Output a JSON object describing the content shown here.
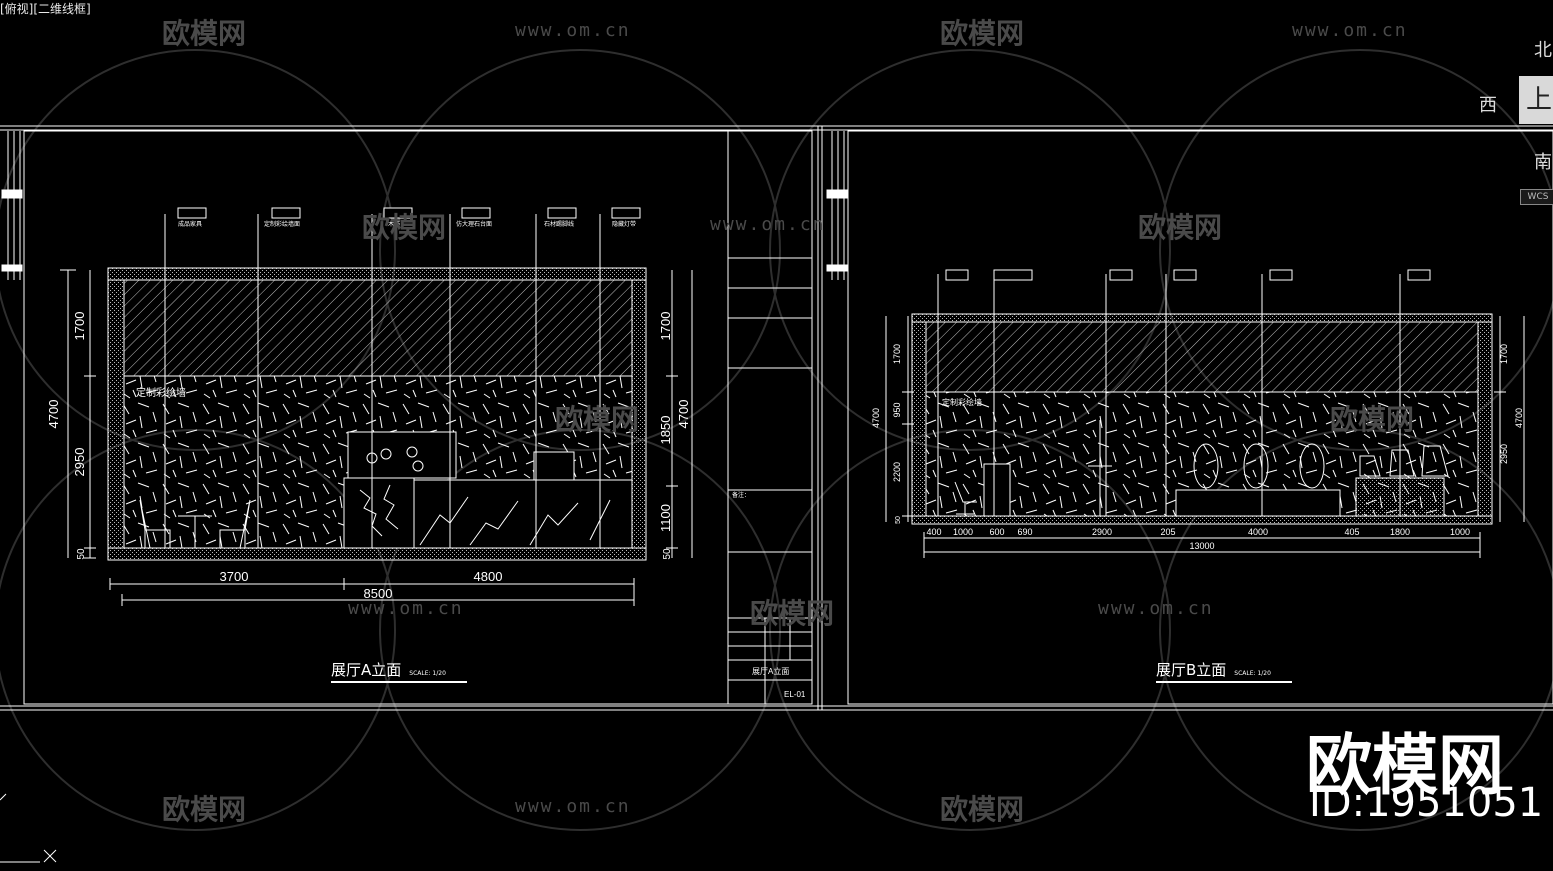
{
  "viewport_label": "[俯视][二维线框]",
  "watermark": {
    "brand": "欧模网",
    "url": "www.om.cn"
  },
  "viewcube": {
    "north": "北",
    "west": "西",
    "south": "南",
    "face": "上",
    "wcs": "WCS"
  },
  "brand_overlay": {
    "name": "欧模网",
    "id": "ID:1951051"
  },
  "sheet_a": {
    "title": "展厅A立面",
    "scale": "SCALE: 1/20",
    "wall_label": "定制彩绘墙",
    "callouts": [
      "成品家具",
      "定制彩绘墙面",
      "木饰",
      "仿大理石台面",
      "石材踢脚线",
      "隐藏灯带"
    ],
    "dims_left": [
      "1700",
      "2950",
      "50"
    ],
    "dims_total_left": "4700",
    "dims_right": [
      "1700",
      "1850",
      "1100",
      "50"
    ],
    "dims_total_right": "4700",
    "dims_bottom": [
      "3700",
      "4800"
    ],
    "dims_bottom_total": "8500",
    "title_block": {
      "name": "展厅A立面",
      "number": "EL-01",
      "note": "备注："
    }
  },
  "sheet_b": {
    "title": "展厅B立面",
    "scale": "SCALE: 1/20",
    "wall_label": "定制彩绘墙",
    "dims_left": [
      "1700",
      "950",
      "2200",
      "50"
    ],
    "dims_total_left": "4700",
    "dims_right": [
      "1700",
      "2950"
    ],
    "dims_total_right": "4700",
    "dims_bottom": [
      "400",
      "1000",
      "600",
      "690",
      "2900",
      "205",
      "4000",
      "405",
      "1800",
      "1000"
    ],
    "dims_bottom_total": "13000"
  },
  "colors": {
    "background": "#000000",
    "line": "#ffffff",
    "watermark": "#4a4a4a"
  }
}
